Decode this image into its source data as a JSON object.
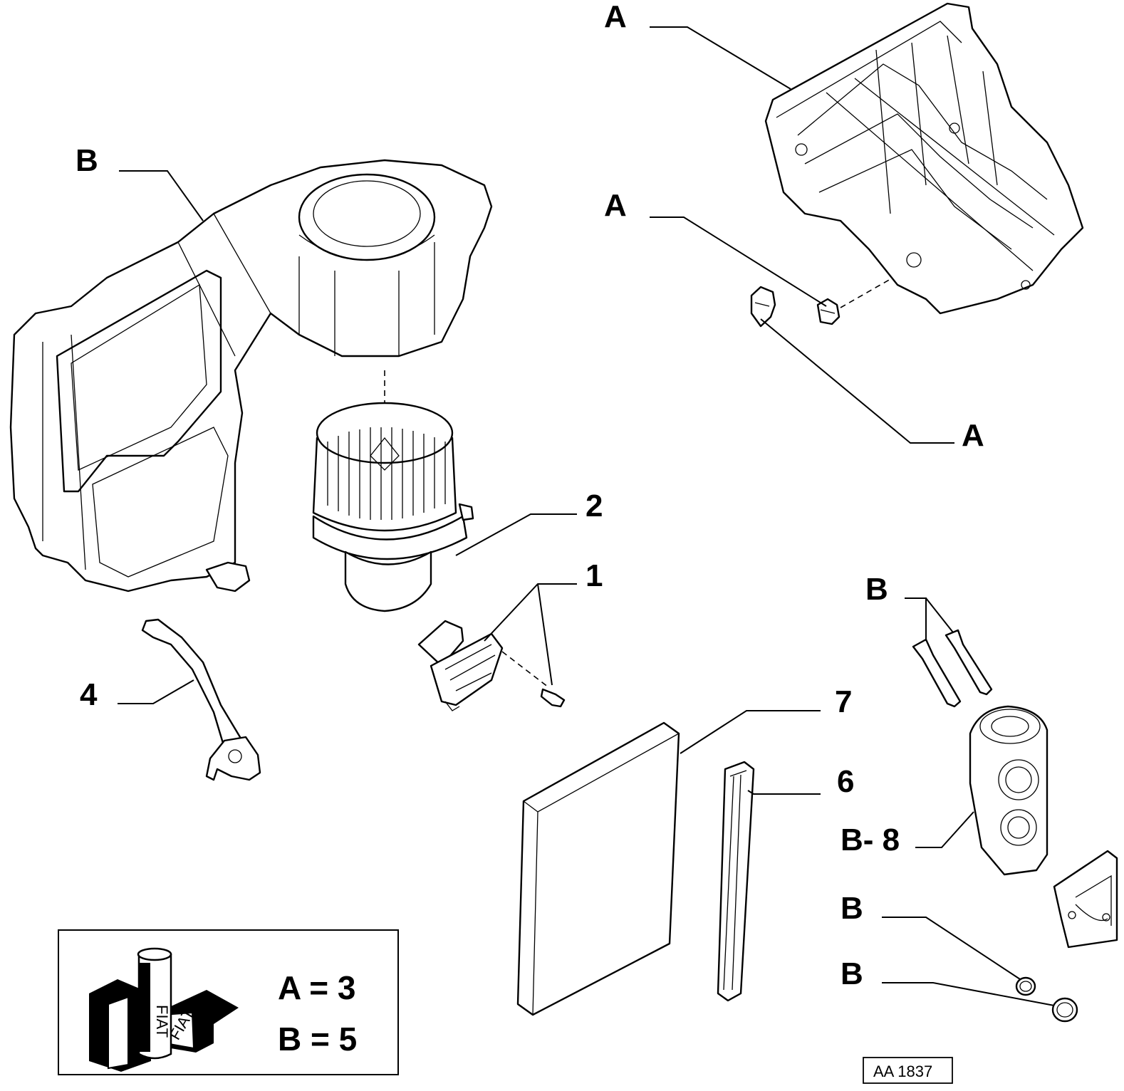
{
  "callouts": {
    "a_housing": "A",
    "a_clip": "A",
    "a_connector": "A",
    "b_housing": "B",
    "part_2": "2",
    "part_1": "1",
    "part_4": "4",
    "b_screws": "B",
    "part_7": "7",
    "part_6": "6",
    "b_8": "B- 8",
    "b_oring_1": "B",
    "b_oring_2": "B"
  },
  "legend": {
    "line_a": "A = 3",
    "line_b": "B =  5",
    "logo_can_text": "FIAT",
    "logo_box_text": "FIAT"
  },
  "reference_code": "AA 1837"
}
